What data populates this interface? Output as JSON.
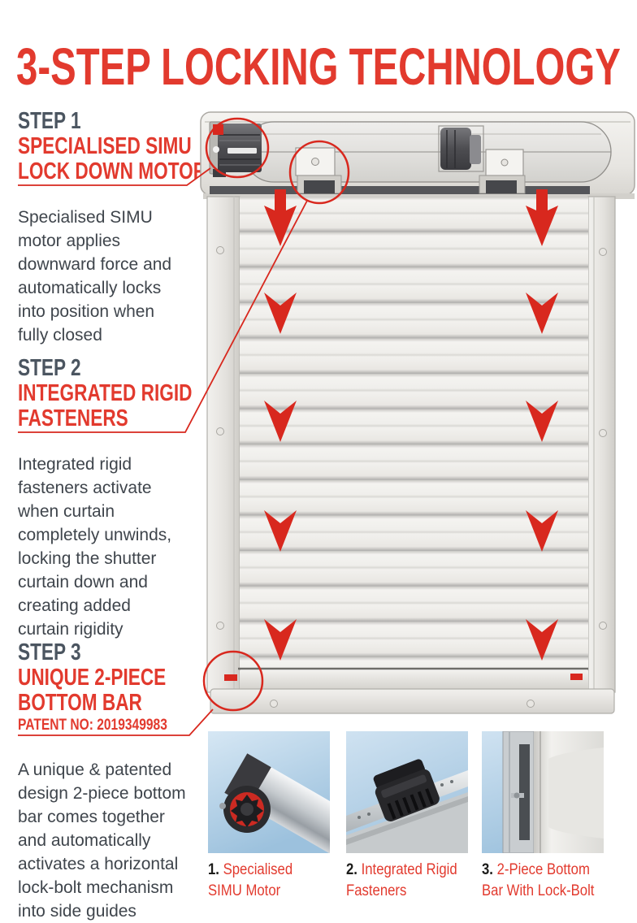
{
  "page": {
    "title": "3-STEP LOCKING TECHNOLOGY"
  },
  "colors": {
    "heading_red": "#e23a2e",
    "callout_red": "#d8281e",
    "step_label_slate": "#4b5560",
    "body_text": "#3f454c"
  },
  "steps": [
    {
      "label": "STEP 1",
      "title_line1": "SPECIALISED SIMU",
      "title_line2": "LOCK DOWN MOTOR",
      "body": "Specialised SIMU motor applies downward force and automatically locks into position when fully closed"
    },
    {
      "label": "STEP 2",
      "title_line1": "INTEGRATED RIGID",
      "title_line2": "FASTENERS",
      "body": "Integrated rigid fasteners activate when curtain completely unwinds, locking the shutter curtain down and creating added curtain rigidity"
    },
    {
      "label": "STEP 3",
      "title_line1": "UNIQUE 2-PIECE",
      "title_line2": "BOTTOM BAR",
      "patent": "PATENT NO: 2019349983",
      "body": "A unique & patented design 2-piece bottom bar comes together and automatically activates a horizontal lock-bolt mechanism into side guides"
    }
  ],
  "figures": [
    {
      "number": "1.",
      "line1": "Specialised",
      "line2": "SIMU Motor"
    },
    {
      "number": "2.",
      "line1": "Integrated Rigid",
      "line2": "Fasteners"
    },
    {
      "number": "3.",
      "line1": "2-Piece Bottom",
      "line2": "Bar With Lock-Bolt"
    }
  ]
}
